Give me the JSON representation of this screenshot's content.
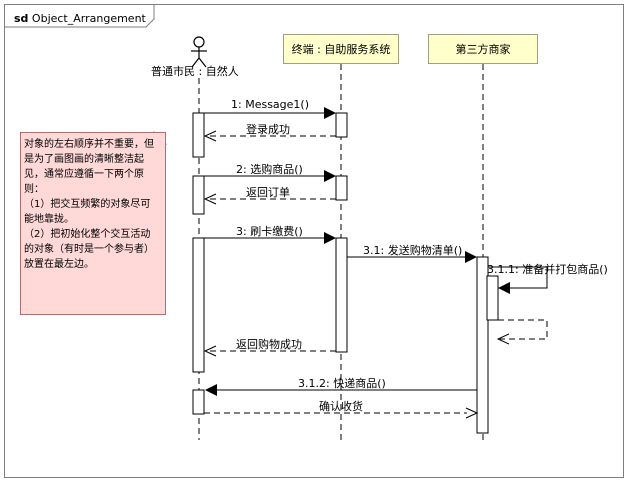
{
  "frame": {
    "keyword": "sd",
    "name": "Object_Arrangement"
  },
  "lifelines": {
    "actor": "普通市民 : 自然人",
    "terminal": "终端 : 自助服务系统",
    "merchant": "第三方商家"
  },
  "messages": {
    "m1": "1: Message1()",
    "r1": "登录成功",
    "m2": "2: 选购商品()",
    "r2": "返回订单",
    "m3": "3: 刷卡缴费()",
    "m31": "3.1: 发送购物清单()",
    "m311": "3.1.1: 准备并打包商品()",
    "r3": "返回购物成功",
    "m312": "3.1.2: 快递商品()",
    "r4": "确认收货"
  },
  "note": {
    "text": "对象的左右顺序并不重要，但是为了画图画的清晰整洁起见，通常应遵循一下两个原则：\n（1）把交互频繁的对象尽可能地靠拢。\n（2）把初始化整个交互活动的对象（有时是一个参与者）放置在最左边。"
  }
}
